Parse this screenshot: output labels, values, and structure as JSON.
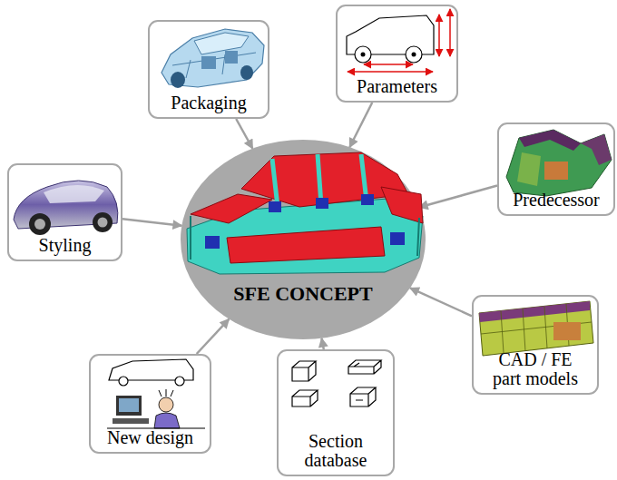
{
  "diagram": {
    "nodes": [
      {
        "text": [
          "Packaging"
        ]
      },
      {
        "text": [
          "Parameters"
        ]
      },
      {
        "text": [
          "Predecessor"
        ]
      },
      {
        "text": [
          "Styling"
        ]
      },
      {
        "text": [
          "SFE CONCEPT"
        ]
      },
      {
        "text": [
          "CAD / FE part models"
        ]
      },
      {
        "text": [
          "New design"
        ]
      },
      {
        "text": [
          "Section database"
        ]
      }
    ],
    "edges": [
      {
        "from": 0,
        "to": 4,
        "arrow": "to"
      },
      {
        "from": 1,
        "to": 4,
        "arrow": "to"
      },
      {
        "from": 2,
        "to": 4,
        "arrow": "to"
      },
      {
        "from": 3,
        "to": 4,
        "arrow": "to"
      },
      {
        "from": 5,
        "to": 4,
        "arrow": "to"
      },
      {
        "from": 6,
        "to": 4,
        "arrow": "to"
      },
      {
        "from": 7,
        "to": 4,
        "arrow": "to"
      }
    ]
  }
}
